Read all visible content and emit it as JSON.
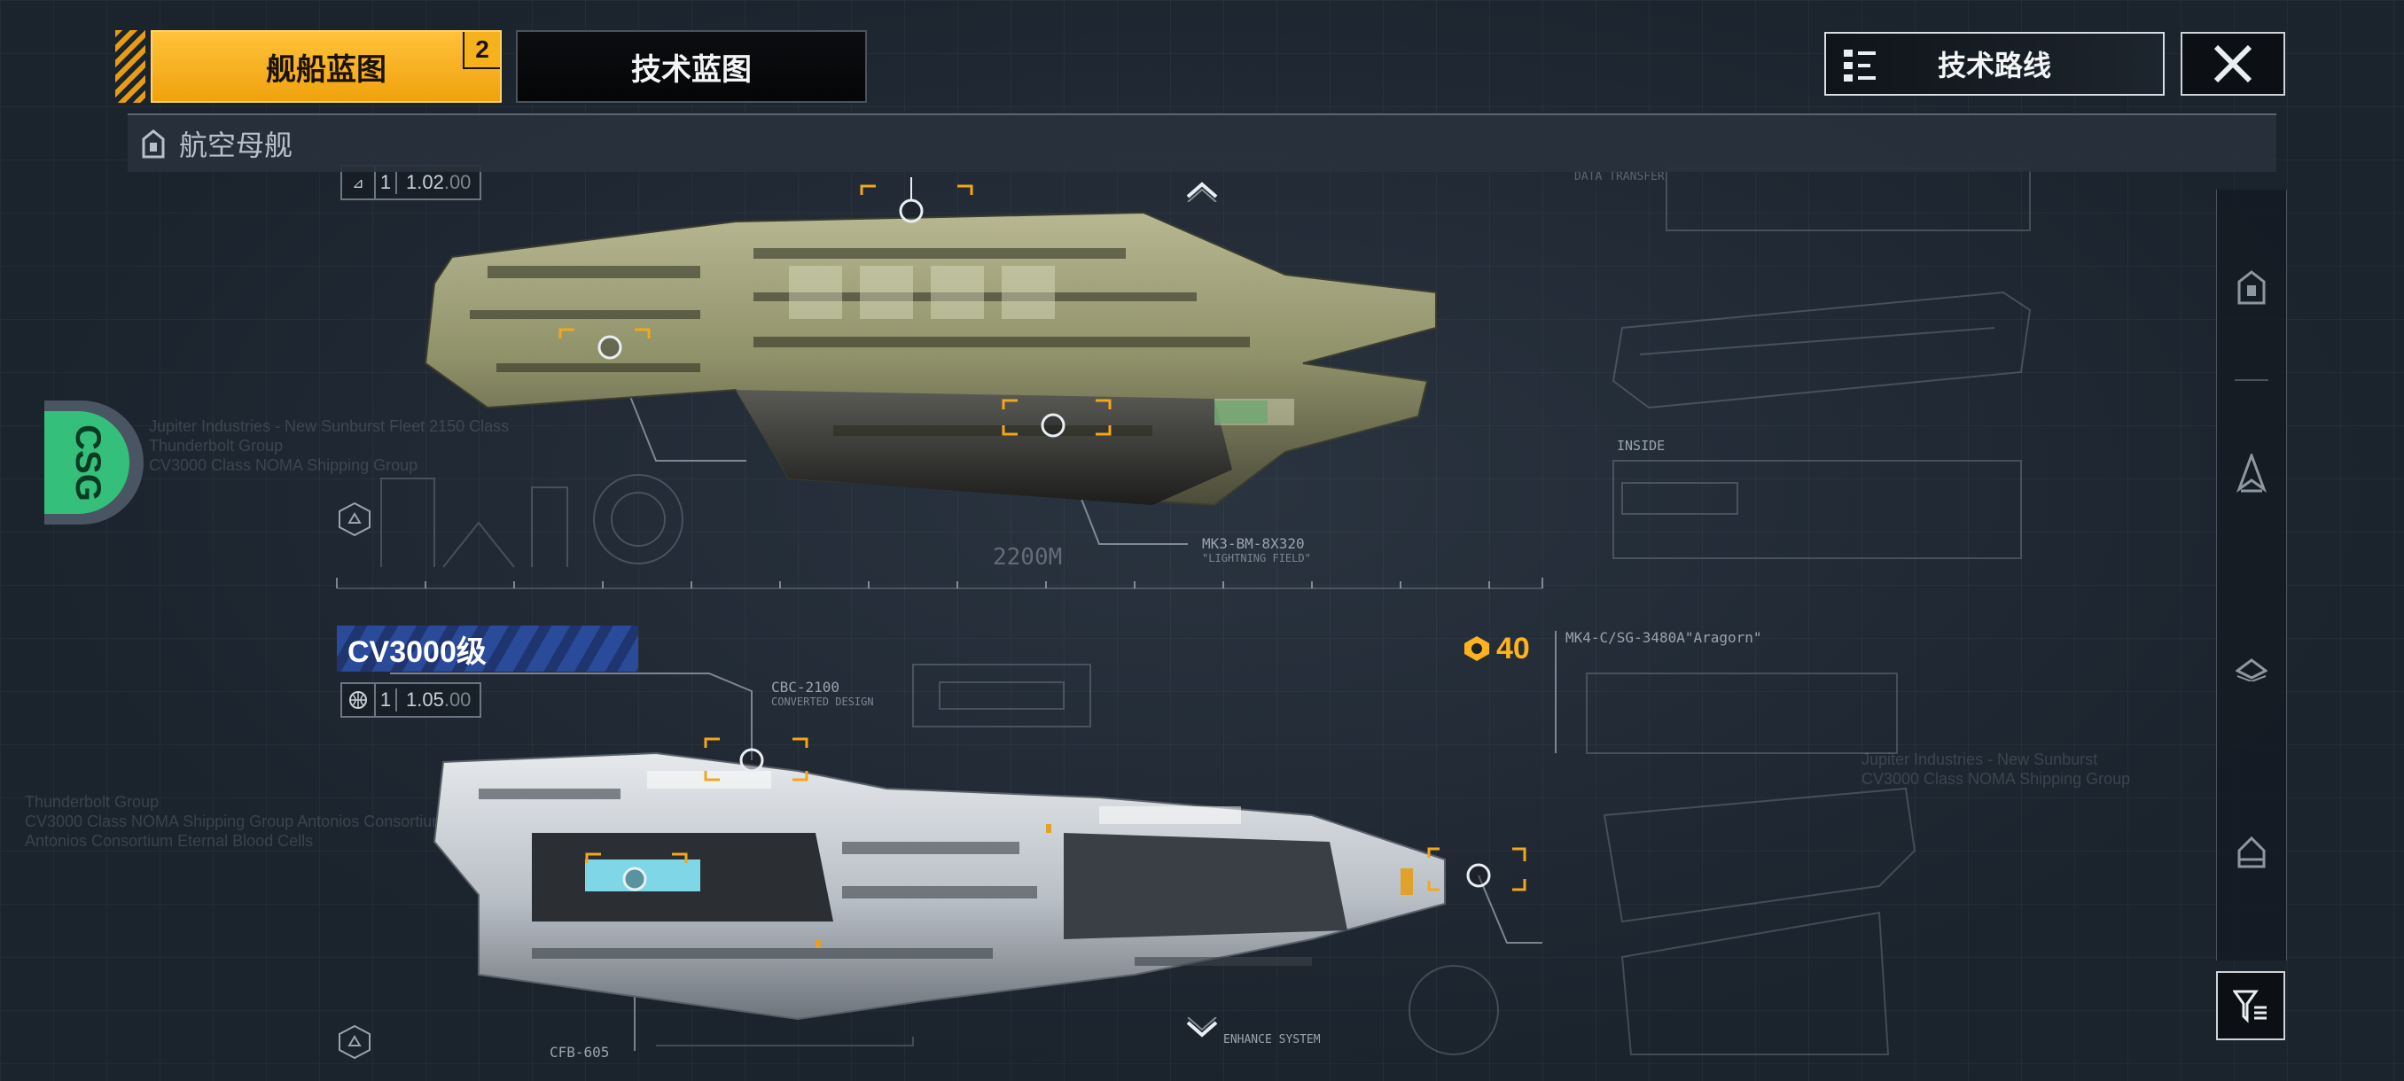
{
  "tabs": [
    {
      "label": "舰船蓝图",
      "badge": "2",
      "active": true
    },
    {
      "label": "技术蓝图",
      "active": false
    }
  ],
  "header": {
    "tech_route_label": "技术路线",
    "close_icon": "close-x-icon"
  },
  "category": {
    "label": "航空母舰",
    "icon": "carrier-class-icon"
  },
  "ships": [
    {
      "version_level": "1",
      "version_value": "1.02",
      "version_suffix": ".00",
      "distance_label": "2200M",
      "callout_main": "MK3-BM-8X320",
      "callout_sub": "\"LIGHTNING FIELD\"",
      "inside_label": "INSIDE",
      "data_label": "DATA TRANSFER"
    },
    {
      "name": "CV3000级",
      "cost": "40",
      "version_level": "1",
      "version_value": "1.05",
      "version_suffix": ".00",
      "callout_top": "CBC-2100",
      "callout_top_sub": "CONVERTED DESIGN",
      "callout_right": "MK4-C/SG-3480A\"Aragorn\"",
      "callout_bottom": "CFB-605",
      "callout_bottom2": "ENHANCE SYSTEM"
    }
  ],
  "sidebar": {
    "items": [
      {
        "icon": "carrier-class-icon"
      },
      {
        "icon": "destroyer-class-icon"
      },
      {
        "icon": "frigate-class-icon"
      },
      {
        "icon": "cruiser-class-icon"
      }
    ],
    "filter_icon": "filter-icon"
  },
  "badge": {
    "text": "CSG"
  },
  "background_text": {
    "block1_l1": "Jupiter Industries - New Sunburst Fleet  2150 Class",
    "block1_l2": "Thunderbolt Group",
    "block1_l3": "CV3000 Class NOMA Shipping Group",
    "block2_l1": "Thunderbolt Group",
    "block2_l2": "CV3000 Class NOMA Shipping Group Antonios Consortium",
    "block2_l3": "Antonios Consortium Eternal Blood Cells",
    "block3_l1": "Jupiter Industries - New Sunburst",
    "block3_l2": "CV3000 Class NOMA Shipping Group"
  },
  "colors": {
    "accent": "#f6b21d",
    "cost": "#ffb21f",
    "banner": "#2a4a9a",
    "badge": "#34c07a"
  }
}
